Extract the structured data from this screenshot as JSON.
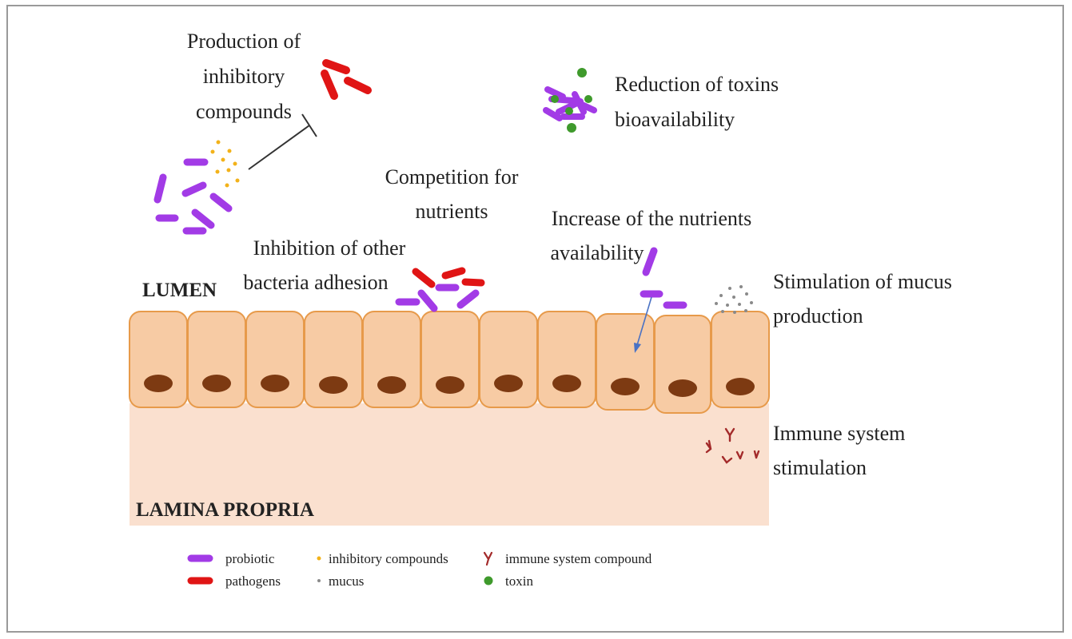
{
  "labels": {
    "inhibitory_production": [
      "Production of",
      "inhibitory",
      "compounds"
    ],
    "toxin_reduction": [
      "Reduction of toxins",
      "bioavailability"
    ],
    "competition": [
      "Competition for",
      "nutrients"
    ],
    "inhibition_adhesion": [
      "Inhibition  of other",
      "bacteria adhesion"
    ],
    "nutrient_increase": [
      "Increase  of the nutrients",
      "availability"
    ],
    "mucus_stimulation": [
      "Stimulation of mucus",
      "production"
    ],
    "immune_stimulation": [
      "Immune  system",
      "stimulation"
    ],
    "lumen": "LUMEN",
    "lamina_propria": "LAMINA PROPRIA"
  },
  "legend": [
    {
      "symbol": "probiotic",
      "label": "probiotic"
    },
    {
      "symbol": "pathogen",
      "label": "pathogens"
    },
    {
      "symbol": "inhibitory",
      "label": "inhibitory  compounds"
    },
    {
      "symbol": "mucus",
      "label": "mucus"
    },
    {
      "symbol": "immune",
      "label": "immune system compound"
    },
    {
      "symbol": "toxin",
      "label": "toxin"
    }
  ],
  "colors": {
    "probiotic": "#a23be6",
    "pathogen": "#e01515",
    "inhibitory": "#f2b21a",
    "mucus": "#8a8a8a",
    "immune": "#a32a2a",
    "toxin": "#3f9a2c",
    "cell_fill": "#f7cba4",
    "cell_border": "#e79a4a",
    "nucleus": "#7d3a12",
    "lamina": "#fae0cf",
    "arrow": "#4a72c4"
  },
  "epithelium": {
    "cell_count": 11
  }
}
